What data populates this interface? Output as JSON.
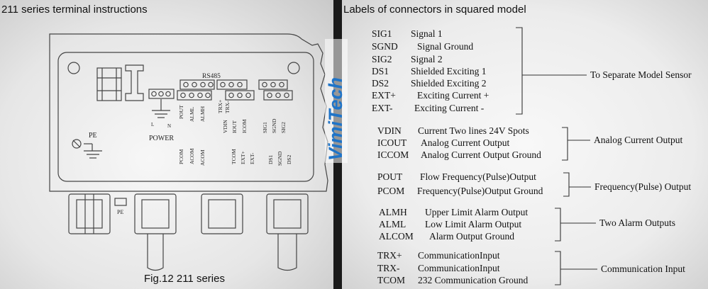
{
  "left_panel": {
    "title": "211 series terminal instructions",
    "caption": "Fig.12  211 series",
    "labels": {
      "rs485": "RS485",
      "power": "POWER",
      "pe_main": "PE",
      "pe_gland": "PE",
      "l": "L",
      "n": "N",
      "pout": "POUT",
      "alml": "ALML",
      "almh": "ALMH",
      "pcom": "PCOM",
      "acom1": "ACOM",
      "acom2": "ACOM",
      "trx_plus": "TRX+",
      "trx_minus": "TRX-",
      "vdin": "VDIN",
      "iout": "IOUT",
      "icom": "ICOM",
      "tcom": "TCOM",
      "ext_plus": "EXT+",
      "ext_minus": "EXT-",
      "sig1": "SIG1",
      "sgnd": "SGND",
      "sig2": "SIG2",
      "ds1": "DS1",
      "sgnd2": "SGND",
      "ds2": "DS2"
    }
  },
  "right_panel": {
    "title": "Labels of connectors in squared model",
    "groups": [
      {
        "label": "To Separate Model Sensor",
        "rows": [
          {
            "code": "SIG1",
            "desc": "Signal  1"
          },
          {
            "code": "SGND",
            "desc": "Signal Ground"
          },
          {
            "code": "SIG2",
            "desc": "Signal  2"
          },
          {
            "code": "DS1",
            "desc": "Shielded Exciting 1"
          },
          {
            "code": "DS2",
            "desc": "Shielded Exciting 2"
          },
          {
            "code": "EXT+",
            "desc": "Exciting Current +"
          },
          {
            "code": "EXT-",
            "desc": "Exciting Current -"
          }
        ]
      },
      {
        "label": "Analog Current Output",
        "rows": [
          {
            "code": "VDIN",
            "desc": "Current Two lines  24V Spots"
          },
          {
            "code": "ICOUT",
            "desc": "Analog Current Output"
          },
          {
            "code": "ICCOM",
            "desc": "Analog Current Output Ground"
          }
        ]
      },
      {
        "label": "Frequency(Pulse) Output",
        "rows": [
          {
            "code": "POUT",
            "desc": "Flow Frequency(Pulse)Output"
          },
          {
            "code": "PCOM",
            "desc": "Frequency(Pulse)Output Ground"
          }
        ]
      },
      {
        "label": "Two Alarm Outputs",
        "rows": [
          {
            "code": "ALMH",
            "desc": "Upper Limit Alarm Output"
          },
          {
            "code": "ALML",
            "desc": "Low Limit Alarm Output"
          },
          {
            "code": "ALCOM",
            "desc": "Alarm Output Ground"
          }
        ]
      },
      {
        "label": "Communication  Input",
        "rows": [
          {
            "code": "TRX+",
            "desc": "CommunicationInput"
          },
          {
            "code": "TRX-",
            "desc": "CommunicationInput"
          },
          {
            "code": "TCOM",
            "desc": "232 Communication Ground"
          }
        ]
      }
    ]
  },
  "watermark": {
    "text": "VimiTech",
    "color": "#1f74c8"
  }
}
